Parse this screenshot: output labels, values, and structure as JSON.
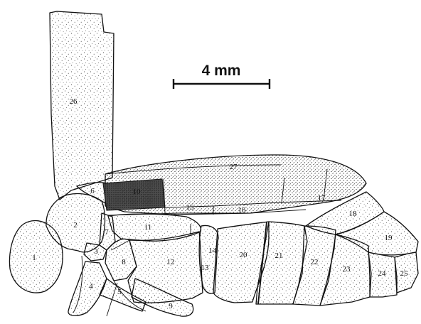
{
  "scale_bar": {
    "label": "4 mm"
  },
  "labels": [
    "1",
    "2",
    "3",
    "4",
    "5",
    "6",
    "7",
    "8",
    "9",
    "10",
    "11",
    "12",
    "13",
    "14",
    "15",
    "16",
    "17",
    "18",
    "19",
    "20",
    "21",
    "22",
    "23",
    "24",
    "25",
    "26",
    "27"
  ],
  "colors": {
    "ink": "#111111",
    "dot": "#222222",
    "paper": "#ffffff"
  }
}
